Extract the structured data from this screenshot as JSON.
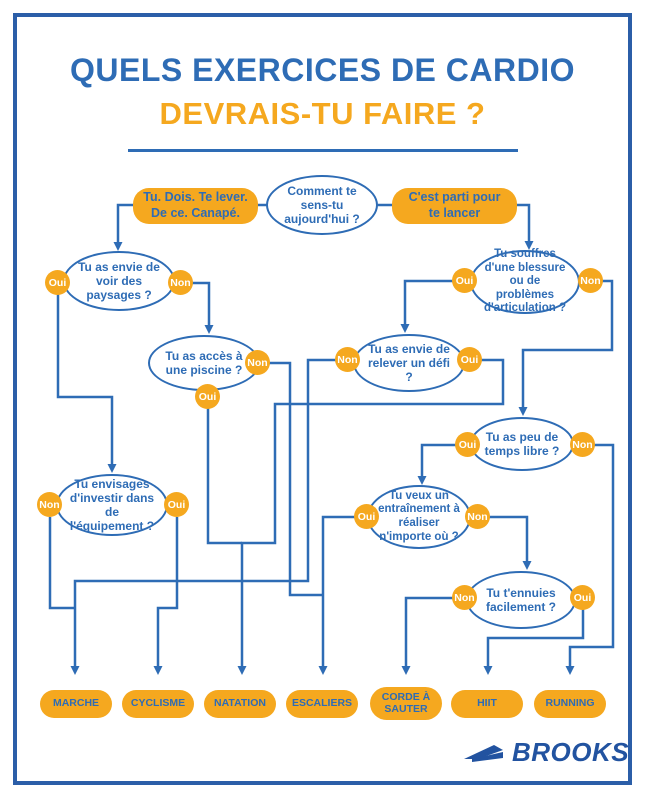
{
  "title": {
    "line1": "QUELS EXERCICES DE CARDIO",
    "line2": "DEVRAIS-TU FAIRE ?"
  },
  "colors": {
    "blue": "#2E6CB5",
    "orange": "#F5A81F",
    "frame_blue": "#2B5EA8",
    "brand_blue": "#2253A0",
    "badge_text": "#FFFFFF",
    "background": "#FFFFFF"
  },
  "root_question": "Comment te sens-tu aujourd'hui ?",
  "branch_labels": {
    "left": {
      "line1": "Tu. Dois. Te lever.",
      "line2": "De ce. Canapé."
    },
    "right": {
      "line1": "C'est parti pour",
      "line2": "te lancer"
    }
  },
  "questions": {
    "paysages": {
      "text": "Tu as envie de voir des paysages ?",
      "badges": {
        "left": "Oui",
        "right": "Non"
      }
    },
    "blessure": {
      "text": "Tu souffres d'une blessure ou de problèmes d'articulation ?",
      "badges": {
        "left": "Oui",
        "right": "Non"
      }
    },
    "piscine": {
      "text": "Tu as accès à une piscine ?",
      "badges": {
        "right": "Non",
        "bottom": "Oui"
      }
    },
    "defi": {
      "text": "Tu as envie de relever un défi ?",
      "badges": {
        "left": "Non",
        "right": "Oui"
      }
    },
    "temps_libre": {
      "text": "Tu as peu de temps libre ?",
      "badges": {
        "left": "Oui",
        "right": "Non"
      }
    },
    "equipement": {
      "text": "Tu envisages d'investir dans de l'équipement ?",
      "badges": {
        "left": "Non",
        "right": "Oui"
      }
    },
    "entrainement": {
      "text": "Tu veux un entraînement à réaliser n'importe où ?",
      "badges": {
        "left": "Oui",
        "right": "Non"
      }
    },
    "ennui": {
      "text": "Tu t'ennuies facilement ?",
      "badges": {
        "left": "Non",
        "right": "Oui"
      }
    }
  },
  "results": [
    "MARCHE",
    "CYCLISME",
    "NATATION",
    "ESCALIERS",
    "CORDE À SAUTER",
    "HIIT",
    "RUNNING"
  ],
  "brand": {
    "name": "BROOKS"
  }
}
